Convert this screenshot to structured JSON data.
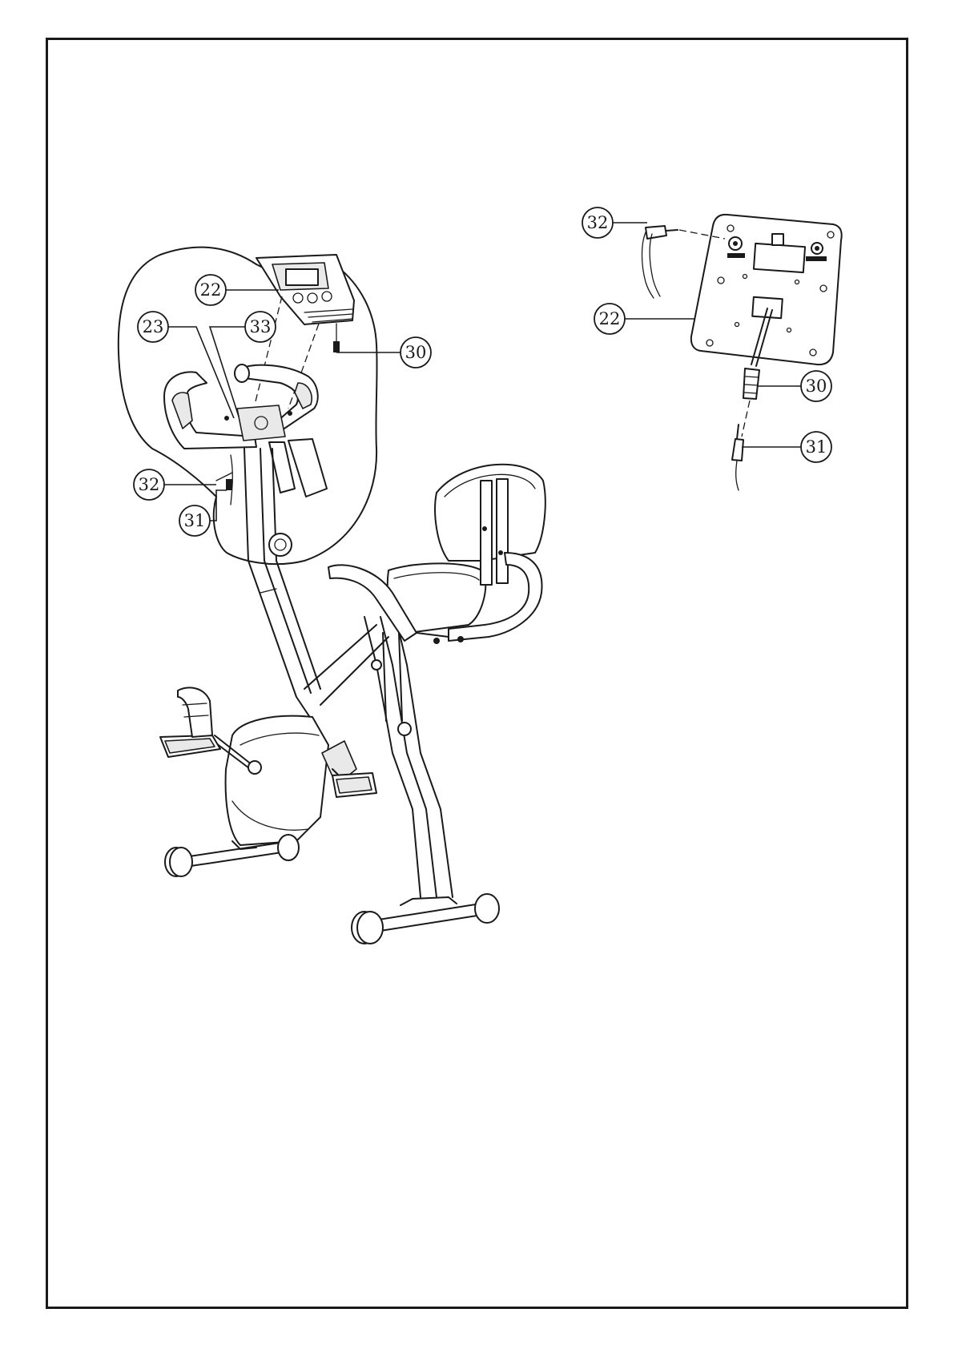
{
  "colors": {
    "line": "#1a1a1a",
    "background": "#ffffff",
    "shade": "#e9e9e9"
  },
  "callouts": {
    "bike_22": "22",
    "bike_23": "23",
    "bike_33": "33",
    "bike_30": "30",
    "bike_32": "32",
    "bike_31": "31",
    "detail_32": "32",
    "detail_22": "22",
    "detail_30": "30",
    "detail_31": "31"
  }
}
